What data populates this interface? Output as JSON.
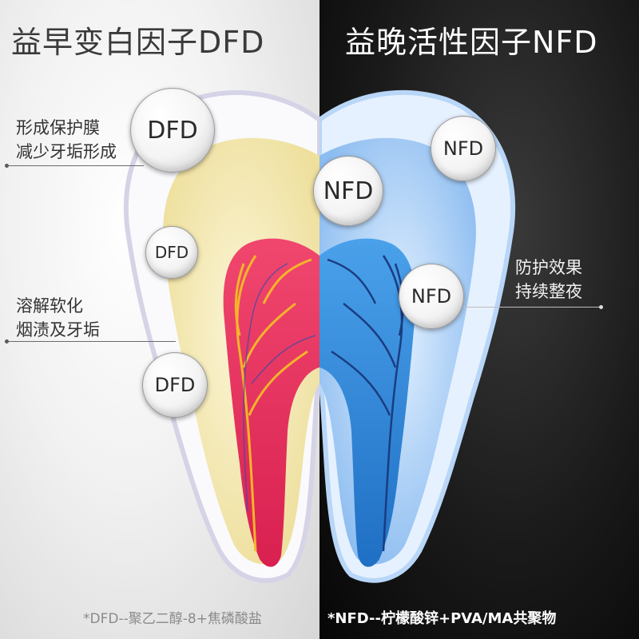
{
  "left": {
    "title": "益早变白因子DFD",
    "callout1": [
      "形成保护膜",
      "减少牙垢形成"
    ],
    "callout2": [
      "溶解软化",
      "烟渍及牙垢"
    ],
    "footnote": "*DFD--聚乙二醇-8+焦磷酸盐",
    "bubbles": [
      "DFD",
      "DFD",
      "DFD"
    ]
  },
  "right": {
    "title": "益晚活性因子NFD",
    "callout": [
      "防护效果",
      "持续整夜"
    ],
    "footnote": "*NFD--柠檬酸锌+PVA/MA共聚物",
    "bubbles": [
      "NFD",
      "NFD",
      "NFD"
    ]
  },
  "colors": {
    "left_bg": "#efefef",
    "right_bg": "#111111",
    "enamel_left": "#f7f7fb",
    "dentin_left": "#f4ecbd",
    "pulp_left": "#e8355f",
    "nerve_left": "#f3b126",
    "enamel_right": "#dcebff",
    "dentin_right": "#a9cff7",
    "pulp_right": "#2f86d6",
    "nerve_right": "#1c3f86"
  }
}
